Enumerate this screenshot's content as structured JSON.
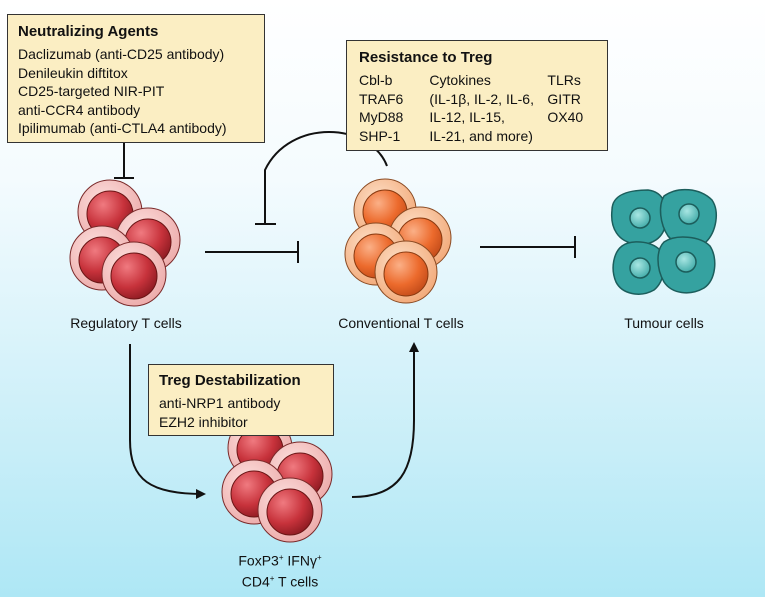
{
  "neutralizing_agents": {
    "title": "Neutralizing Agents",
    "items": [
      "Daclizumab (anti-CD25 antibody)",
      "Denileukin diftitox",
      "CD25-targeted NIR-PIT",
      "anti-CCR4 antibody",
      "Ipilimumab (anti-CTLA4 antibody)"
    ]
  },
  "resistance_to_treg": {
    "title": "Resistance to Treg",
    "col1": [
      "Cbl-b",
      "TRAF6",
      "MyD88",
      "SHP-1"
    ],
    "col2": [
      "Cytokines",
      "(IL-1β, IL-2, IL-6,",
      "IL-12, IL-15,",
      "IL-21, and more)"
    ],
    "col3": [
      "TLRs",
      "GITR",
      "OX40"
    ]
  },
  "treg_destabilization": {
    "title": "Treg Destabilization",
    "items": [
      "anti-NRP1 antibody",
      "EZH2 inhibitor"
    ]
  },
  "cells": {
    "regulatory": "Regulatory T cells",
    "conventional": "Conventional T cells",
    "tumour": "Tumour cells",
    "foxp3_line1_a": "FoxP3",
    "foxp3_line1_sup1": "+",
    "foxp3_line1_b": " IFNγ",
    "foxp3_line1_sup2": "+",
    "foxp3_line2_a": "CD4",
    "foxp3_line2_sup": "+",
    "foxp3_line2_b": " T cells"
  },
  "colors": {
    "treg_outer": "#f3b9b9",
    "treg_inner": "#c9333c",
    "tconv_outer": "#f6bd93",
    "tconv_inner": "#e9692c",
    "tumour": "#2f9a98",
    "box_fill": "#fbeec3"
  }
}
